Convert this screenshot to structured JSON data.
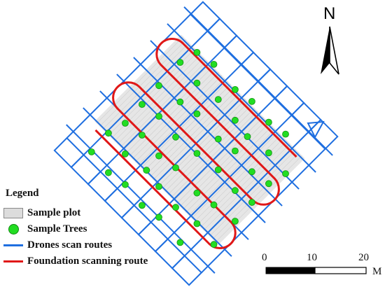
{
  "north": {
    "letter": "N",
    "arrow_icon": "north-arrow-icon"
  },
  "legend": {
    "title": "Legend",
    "items": [
      {
        "label": "Sample plot",
        "icon": "gray-rectangle",
        "color": "#dcdcdc"
      },
      {
        "label": "Sample Trees",
        "icon": "green-circle",
        "color": "#22dd22"
      },
      {
        "label": "Drones scan routes",
        "icon": "blue-line",
        "color": "#1f6fe0"
      },
      {
        "label": "Foundation scanning route",
        "icon": "red-line",
        "color": "#e01818"
      }
    ]
  },
  "scale_bar": {
    "labels": [
      "0",
      "10",
      "20"
    ],
    "unit": "M"
  },
  "colors": {
    "plot_fill": "#dcdcdc",
    "drone_route": "#1f6fe0",
    "ground_route": "#e01818",
    "tree": "#22dd22"
  },
  "map": {
    "tree_count": 48,
    "drone_route_lines": 16,
    "ground_route_passes": 5
  }
}
